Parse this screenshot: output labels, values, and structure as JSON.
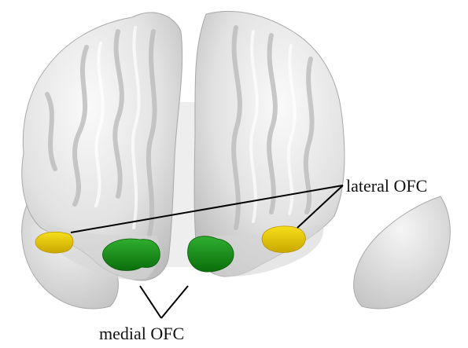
{
  "labels": {
    "lateral": "lateral OFC",
    "medial": "medial OFC"
  },
  "colors": {
    "brain_fill": "#e6e6e6",
    "brain_shadow": "#b9b9b9",
    "brain_highlight": "#fbfbfb",
    "lateral_region": "#e8c800",
    "medial_region": "#139413",
    "leader_line": "#000000"
  },
  "regions": [
    {
      "name": "lateral OFC",
      "hemisphere": "left",
      "color_key": "lateral_region"
    },
    {
      "name": "lateral OFC",
      "hemisphere": "right",
      "color_key": "lateral_region"
    },
    {
      "name": "medial OFC",
      "hemisphere": "left",
      "color_key": "medial_region"
    },
    {
      "name": "medial OFC",
      "hemisphere": "right",
      "color_key": "medial_region"
    }
  ]
}
